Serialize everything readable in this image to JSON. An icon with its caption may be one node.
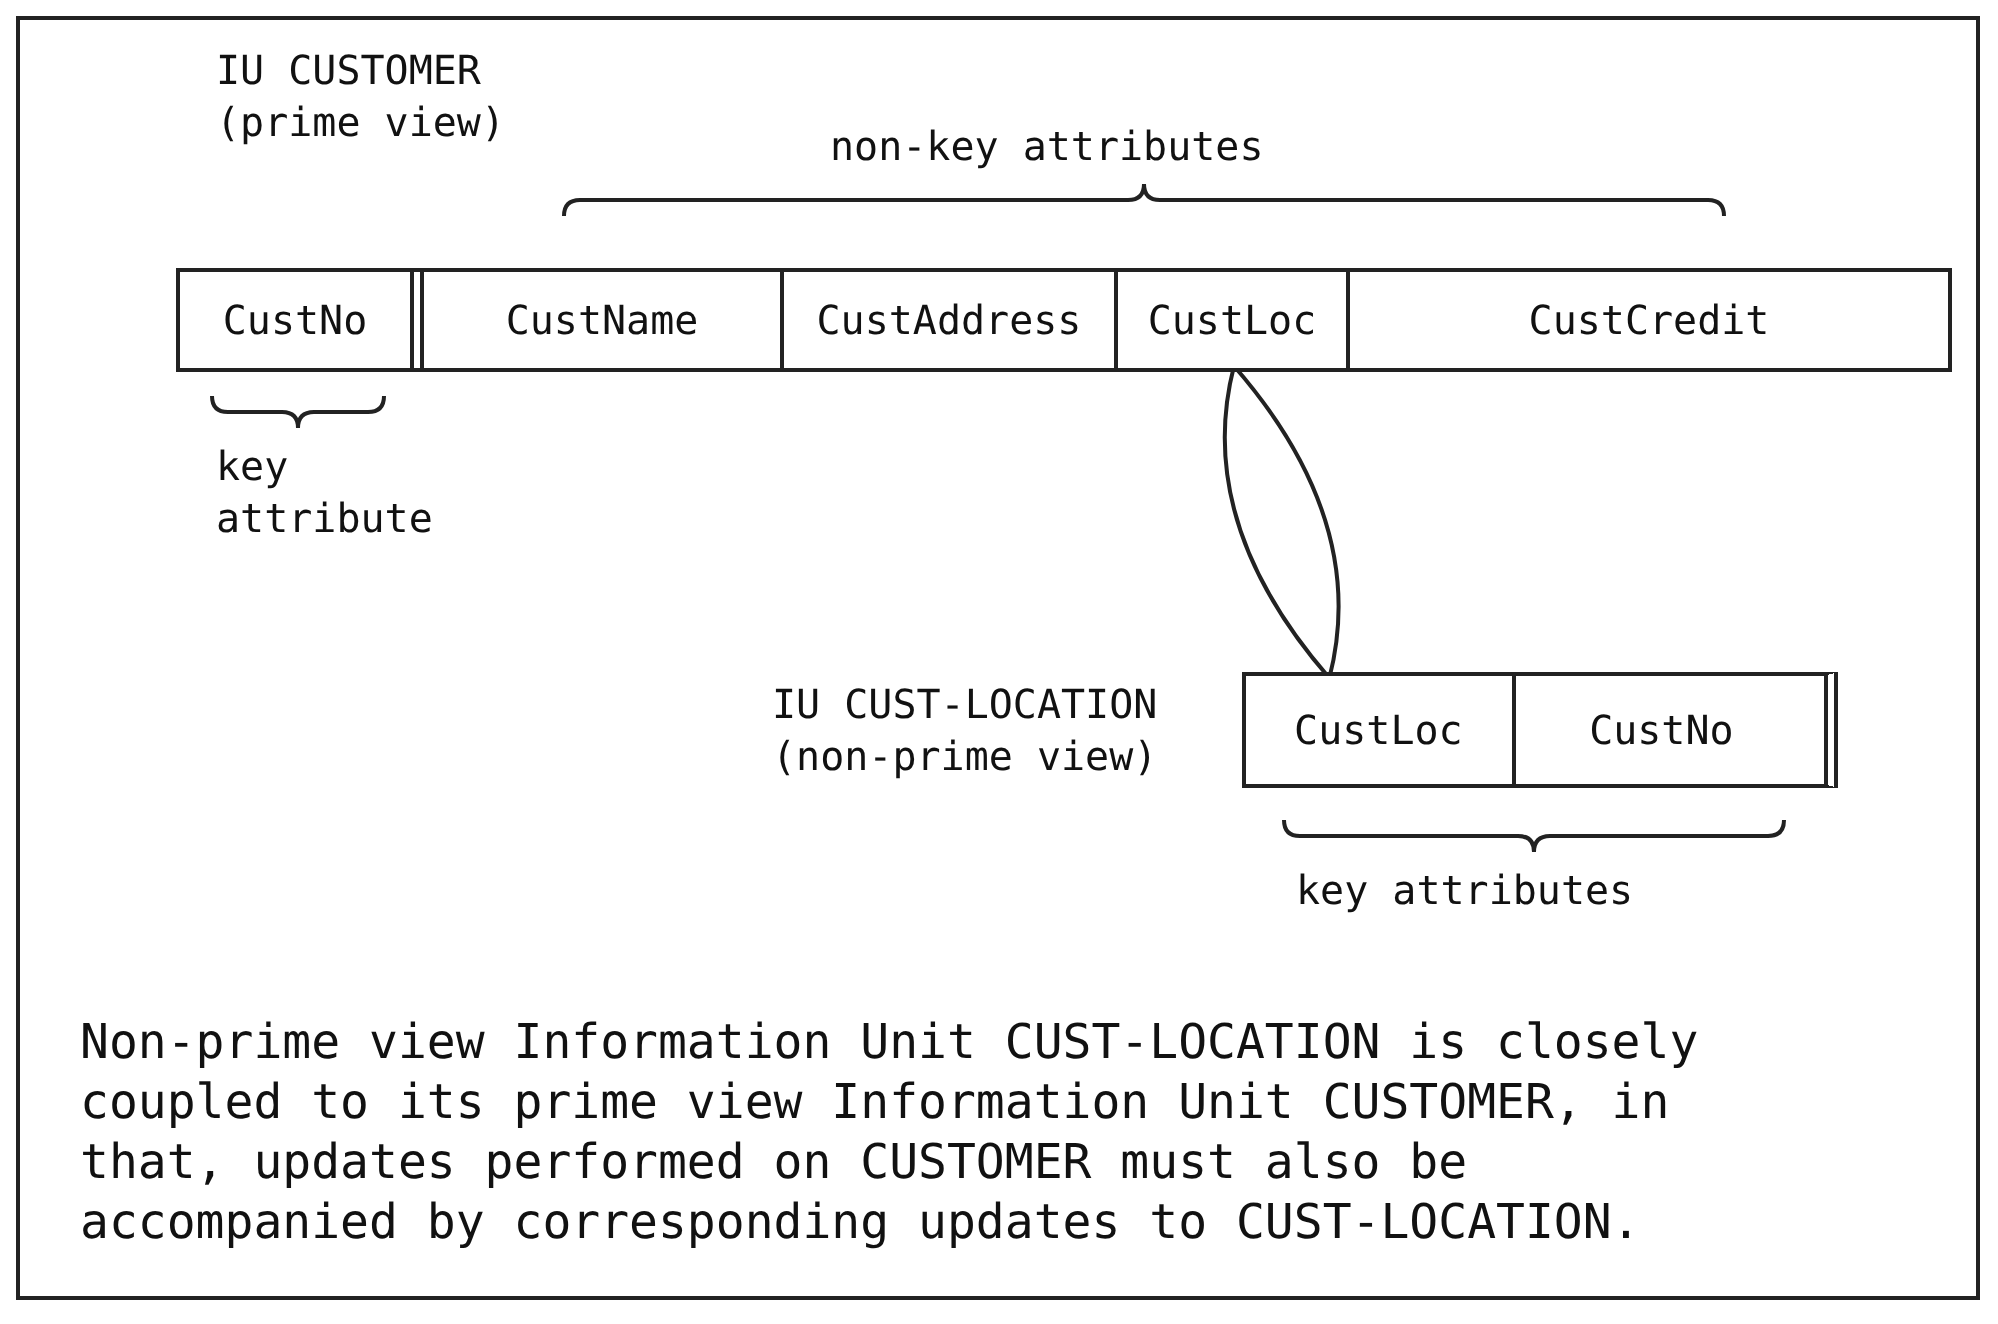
{
  "diagram": {
    "nodes": [
      {
        "text": [
          "IU CUSTOMER (prime view)"
        ]
      },
      {
        "text": [
          "CustNo"
        ],
        "in": 0
      },
      {
        "text": [
          "CustName"
        ],
        "in": 0
      },
      {
        "text": [
          "CustAddress"
        ],
        "in": 0
      },
      {
        "text": [
          "CustLoc"
        ],
        "in": 0
      },
      {
        "text": [
          "CustCredit"
        ],
        "in": 0
      },
      {
        "text": [
          "IU CUST-LOCATION (non-prime view)"
        ]
      },
      {
        "text": [
          "CustLoc"
        ],
        "in": 6
      },
      {
        "text": [
          "CustNo"
        ],
        "in": 6
      }
    ],
    "edges": [
      {
        "from": 4,
        "to": 7,
        "arrow": "none"
      }
    ],
    "labels": [
      "non-key attributes",
      "key attribute",
      "key attributes",
      "Non-prime view Information Unit CUST-LOCATION is closely coupled to its prime view Information Unit CUSTOMER, in that, updates performed on CUSTOMER must also be accompanied by corresponding updates to CUST-LOCATION."
    ]
  }
}
